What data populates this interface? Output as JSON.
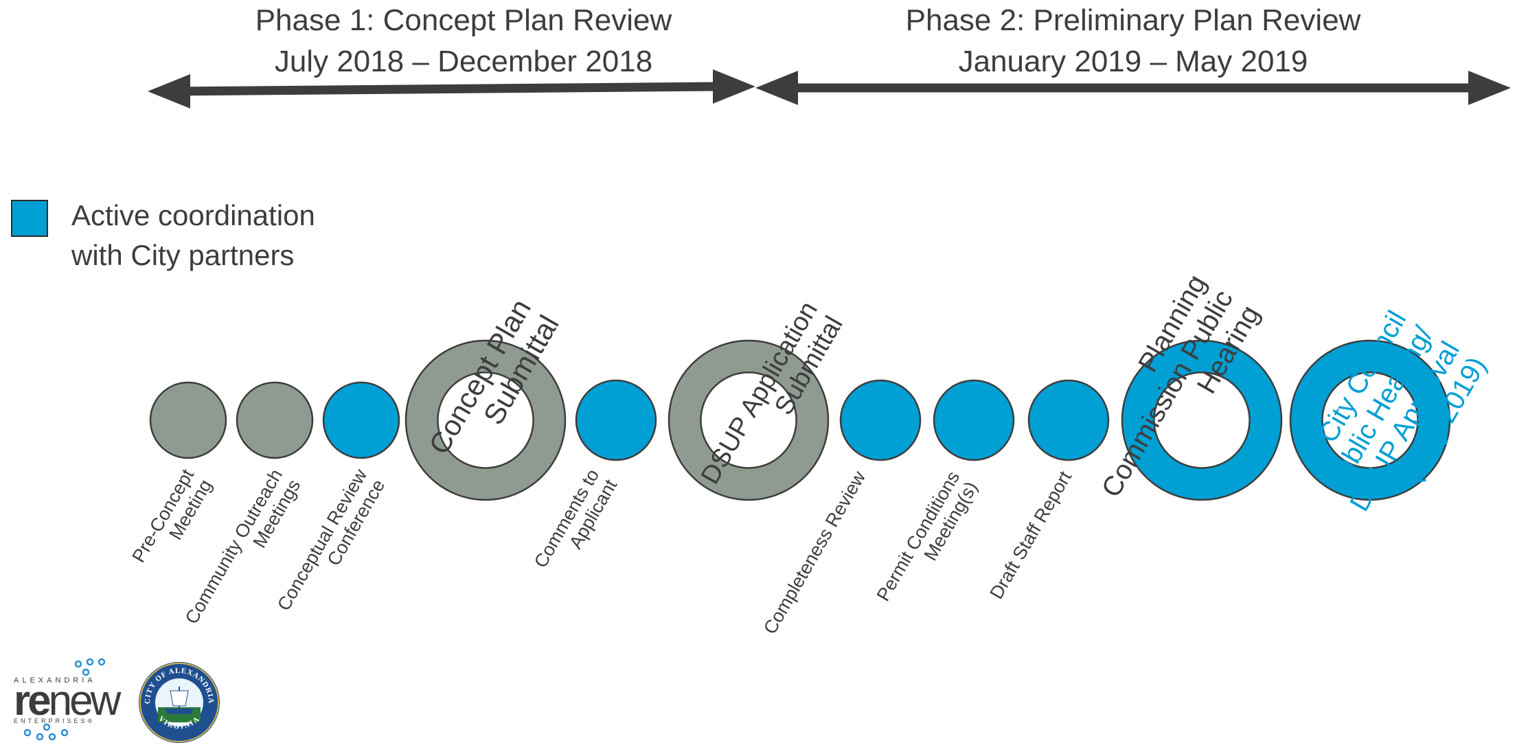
{
  "phases": [
    {
      "title": "Phase 1: Concept Plan Review",
      "dates": "July 2018 – December 2018"
    },
    {
      "title": "Phase 2: Preliminary Plan Review",
      "dates": "January 2019 – May 2019"
    }
  ],
  "legend": {
    "line1": "Active coordination",
    "line2": "with City partners",
    "color": "#009fd4"
  },
  "colors": {
    "active": "#009fd4",
    "inactive": "#8f9b91",
    "arrow": "#3d3d3d",
    "text": "#3d3d3d"
  },
  "milestones": [
    {
      "name": "pre-concept-meeting",
      "kind": "small",
      "status": "inactive",
      "label": [
        "Pre-Concept",
        "Meeting"
      ]
    },
    {
      "name": "community-outreach-meetings",
      "kind": "small",
      "status": "inactive",
      "label": [
        "Community Outreach",
        "Meetings"
      ]
    },
    {
      "name": "conceptual-review-conference",
      "kind": "small",
      "status": "active",
      "label": [
        "Conceptual Review",
        "Conference"
      ]
    },
    {
      "name": "concept-plan-submittal",
      "kind": "major",
      "status": "inactive",
      "label": [
        "Concept Plan",
        "Submittal"
      ]
    },
    {
      "name": "comments-to-applicant",
      "kind": "small",
      "status": "active",
      "label": [
        "Comments to",
        "Applicant"
      ]
    },
    {
      "name": "dsup-application-submittal",
      "kind": "major",
      "status": "inactive",
      "label": [
        "DSUP Application",
        "Submittal"
      ]
    },
    {
      "name": "completeness-review",
      "kind": "small",
      "status": "active",
      "label": [
        "Completeness Review"
      ]
    },
    {
      "name": "permit-conditions-meetings",
      "kind": "small",
      "status": "active",
      "label": [
        "Permit Conditions",
        "Meeting(s)"
      ]
    },
    {
      "name": "draft-staff-report",
      "kind": "small",
      "status": "active",
      "label": [
        "Draft Staff Report"
      ]
    },
    {
      "name": "planning-commission-public-hearing",
      "kind": "major",
      "status": "active",
      "label": [
        "Planning",
        "Commission Public",
        "Hearing"
      ]
    },
    {
      "name": "city-council-public-hearing",
      "kind": "major",
      "status": "active",
      "labelColor": "#009fd4",
      "label": [
        "City Council",
        "Public Hearing/",
        "DSUP Approval",
        "(May 2019)"
      ]
    }
  ],
  "logos": {
    "renew": {
      "top": "ALEXANDRIA",
      "word_bold": "re",
      "word_light": "new",
      "bottom": "ENTERPRISES®"
    },
    "seal": {
      "top": "CITY OF ALEXANDRIA",
      "bottom": "VIRGINIA"
    }
  }
}
